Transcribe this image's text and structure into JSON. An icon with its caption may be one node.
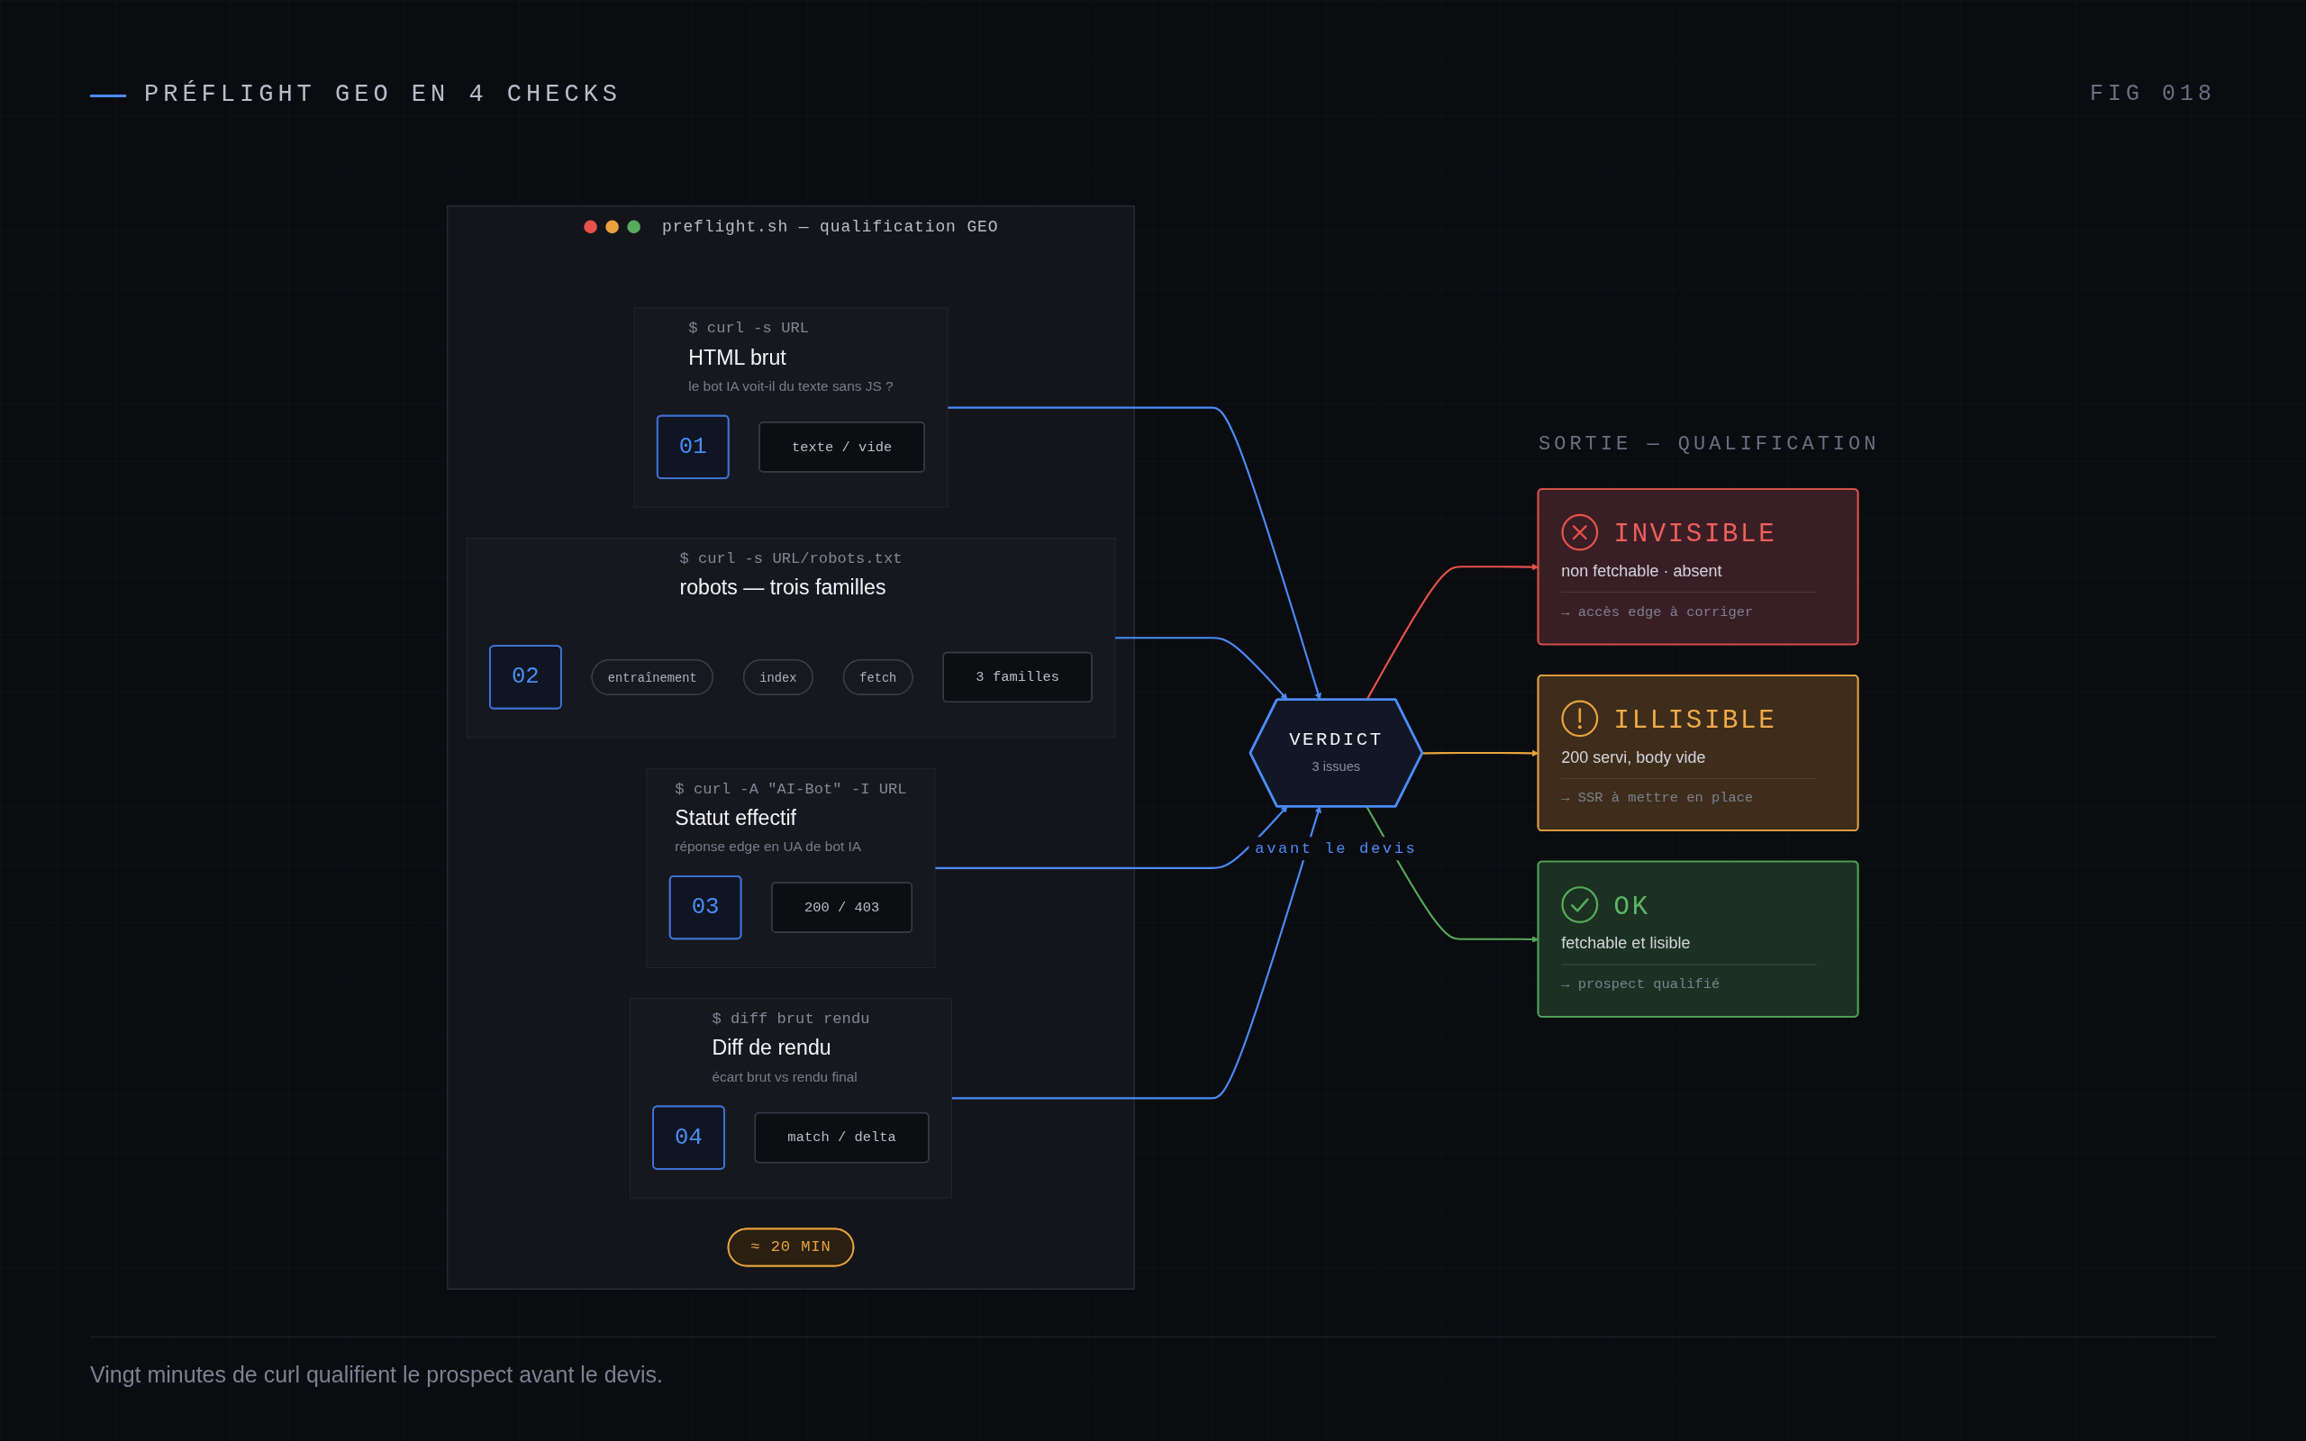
{
  "diagram": {
    "title": "PRÉFLIGHT GEO EN 4 CHECKS",
    "caption": "Vingt minutes de curl qualifient le prospect avant le devis.",
    "nodes": [
      {
        "text": [
          "preflight.sh — qualification GEO"
        ]
      },
      {
        "text": [
          "≈ 20 MIN"
        ],
        "in": 0
      },
      {
        "text": [
          "$ curl -s URL",
          "HTML brut",
          "le bot IA voit-il du texte sans JS ?"
        ],
        "in": 0
      },
      {
        "text": [
          "01"
        ],
        "in": 2
      },
      {
        "text": [
          "texte / vide"
        ],
        "in": 2
      },
      {
        "text": [
          "$ curl -s URL/robots.txt",
          "robots — trois familles"
        ],
        "in": 0
      },
      {
        "text": [
          "02"
        ],
        "in": 5
      },
      {
        "text": [
          "entraînement"
        ],
        "in": 5
      },
      {
        "text": [
          "index"
        ],
        "in": 5
      },
      {
        "text": [
          "fetch"
        ],
        "in": 5
      },
      {
        "text": [
          "3 familles"
        ],
        "in": 5
      },
      {
        "text": [
          "$ curl -A \"AI-Bot\" -I URL",
          "Statut effectif",
          "réponse edge en UA de bot IA"
        ],
        "in": 0
      },
      {
        "text": [
          "03"
        ],
        "in": 11
      },
      {
        "text": [
          "200 / 403"
        ],
        "in": 11
      },
      {
        "text": [
          "$ diff brut rendu",
          "Diff de rendu",
          "écart brut vs rendu final"
        ],
        "in": 0
      },
      {
        "text": [
          "04"
        ],
        "in": 14
      },
      {
        "text": [
          "match / delta"
        ],
        "in": 14
      },
      {
        "text": [
          "VERDICT",
          "3 issues"
        ],
        "beside": [
          "avant le devis"
        ]
      },
      {
        "text": [
          "INVISIBLE",
          "non fetchable · absent",
          "→ accès edge à corriger"
        ]
      },
      {
        "text": [
          "ILLISIBLE",
          "200 servi, body vide",
          "→ SSR à mettre en place"
        ]
      },
      {
        "text": [
          "OK",
          "fetchable et lisible",
          "→ prospect qualifié"
        ]
      }
    ],
    "edges": [
      {
        "from": 2,
        "to": 17,
        "arrow": "to"
      },
      {
        "from": 5,
        "to": 17,
        "arrow": "to"
      },
      {
        "from": 11,
        "to": 17,
        "arrow": "to"
      },
      {
        "from": 14,
        "to": 17,
        "arrow": "to"
      },
      {
        "from": 17,
        "to": 18,
        "arrow": "to",
        "color": "#e5534b"
      },
      {
        "from": 17,
        "to": 19,
        "arrow": "to",
        "color": "#e8a33d"
      },
      {
        "from": 17,
        "to": 20,
        "arrow": "to",
        "color": "#57ab5a"
      }
    ],
    "labels": [
      "FIG 018",
      "SORTIE — QUALIFICATION"
    ]
  }
}
